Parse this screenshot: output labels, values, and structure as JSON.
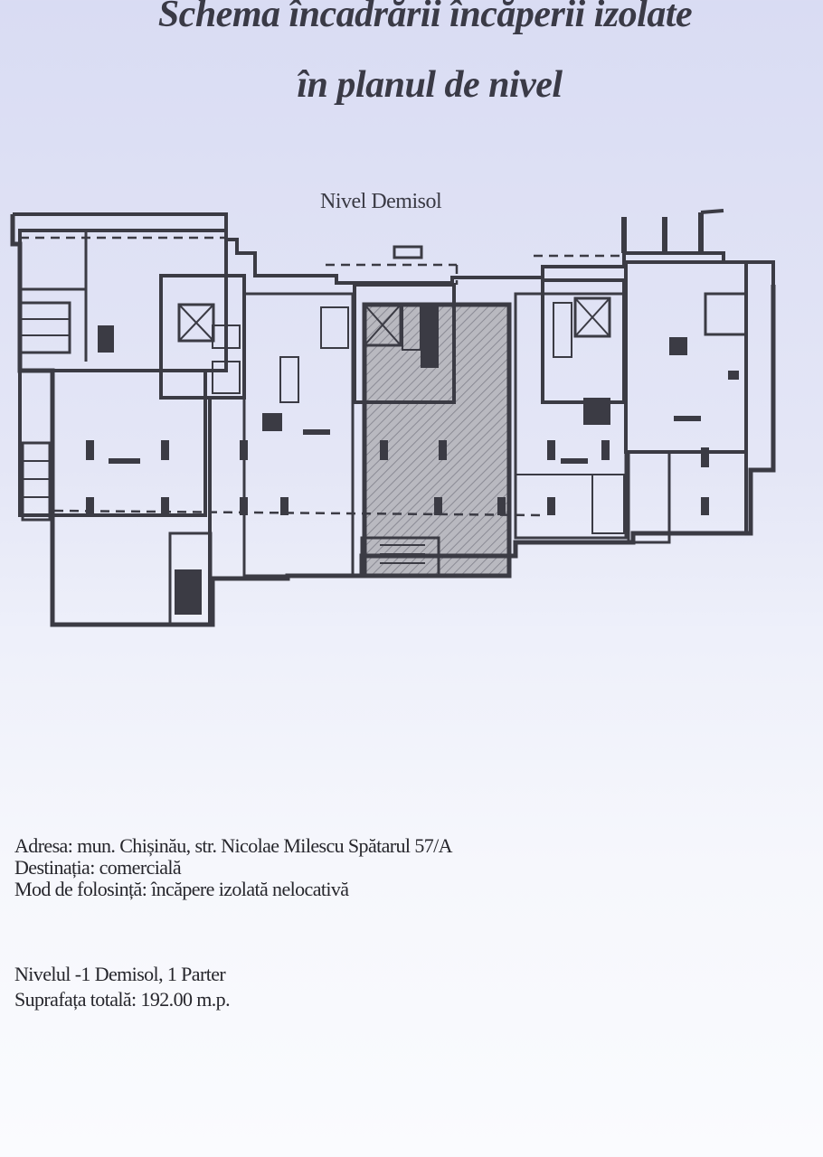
{
  "title": {
    "line1": "Schema încadrării încăperii izolate",
    "line2": "în planul de nivel"
  },
  "plan": {
    "level_label": "Nivel Demisol"
  },
  "info": {
    "address": "Adresa: mun. Chișinău, str. Nicolae Milescu Spătarul 57/A",
    "purpose": "Destinația: comercială",
    "usage": "Mod de folosință: încăpere izolată nelocativă",
    "levels": "Nivelul  -1 Demisol, 1 Parter",
    "area": "Suprafața totală: 192.00 m.p."
  }
}
